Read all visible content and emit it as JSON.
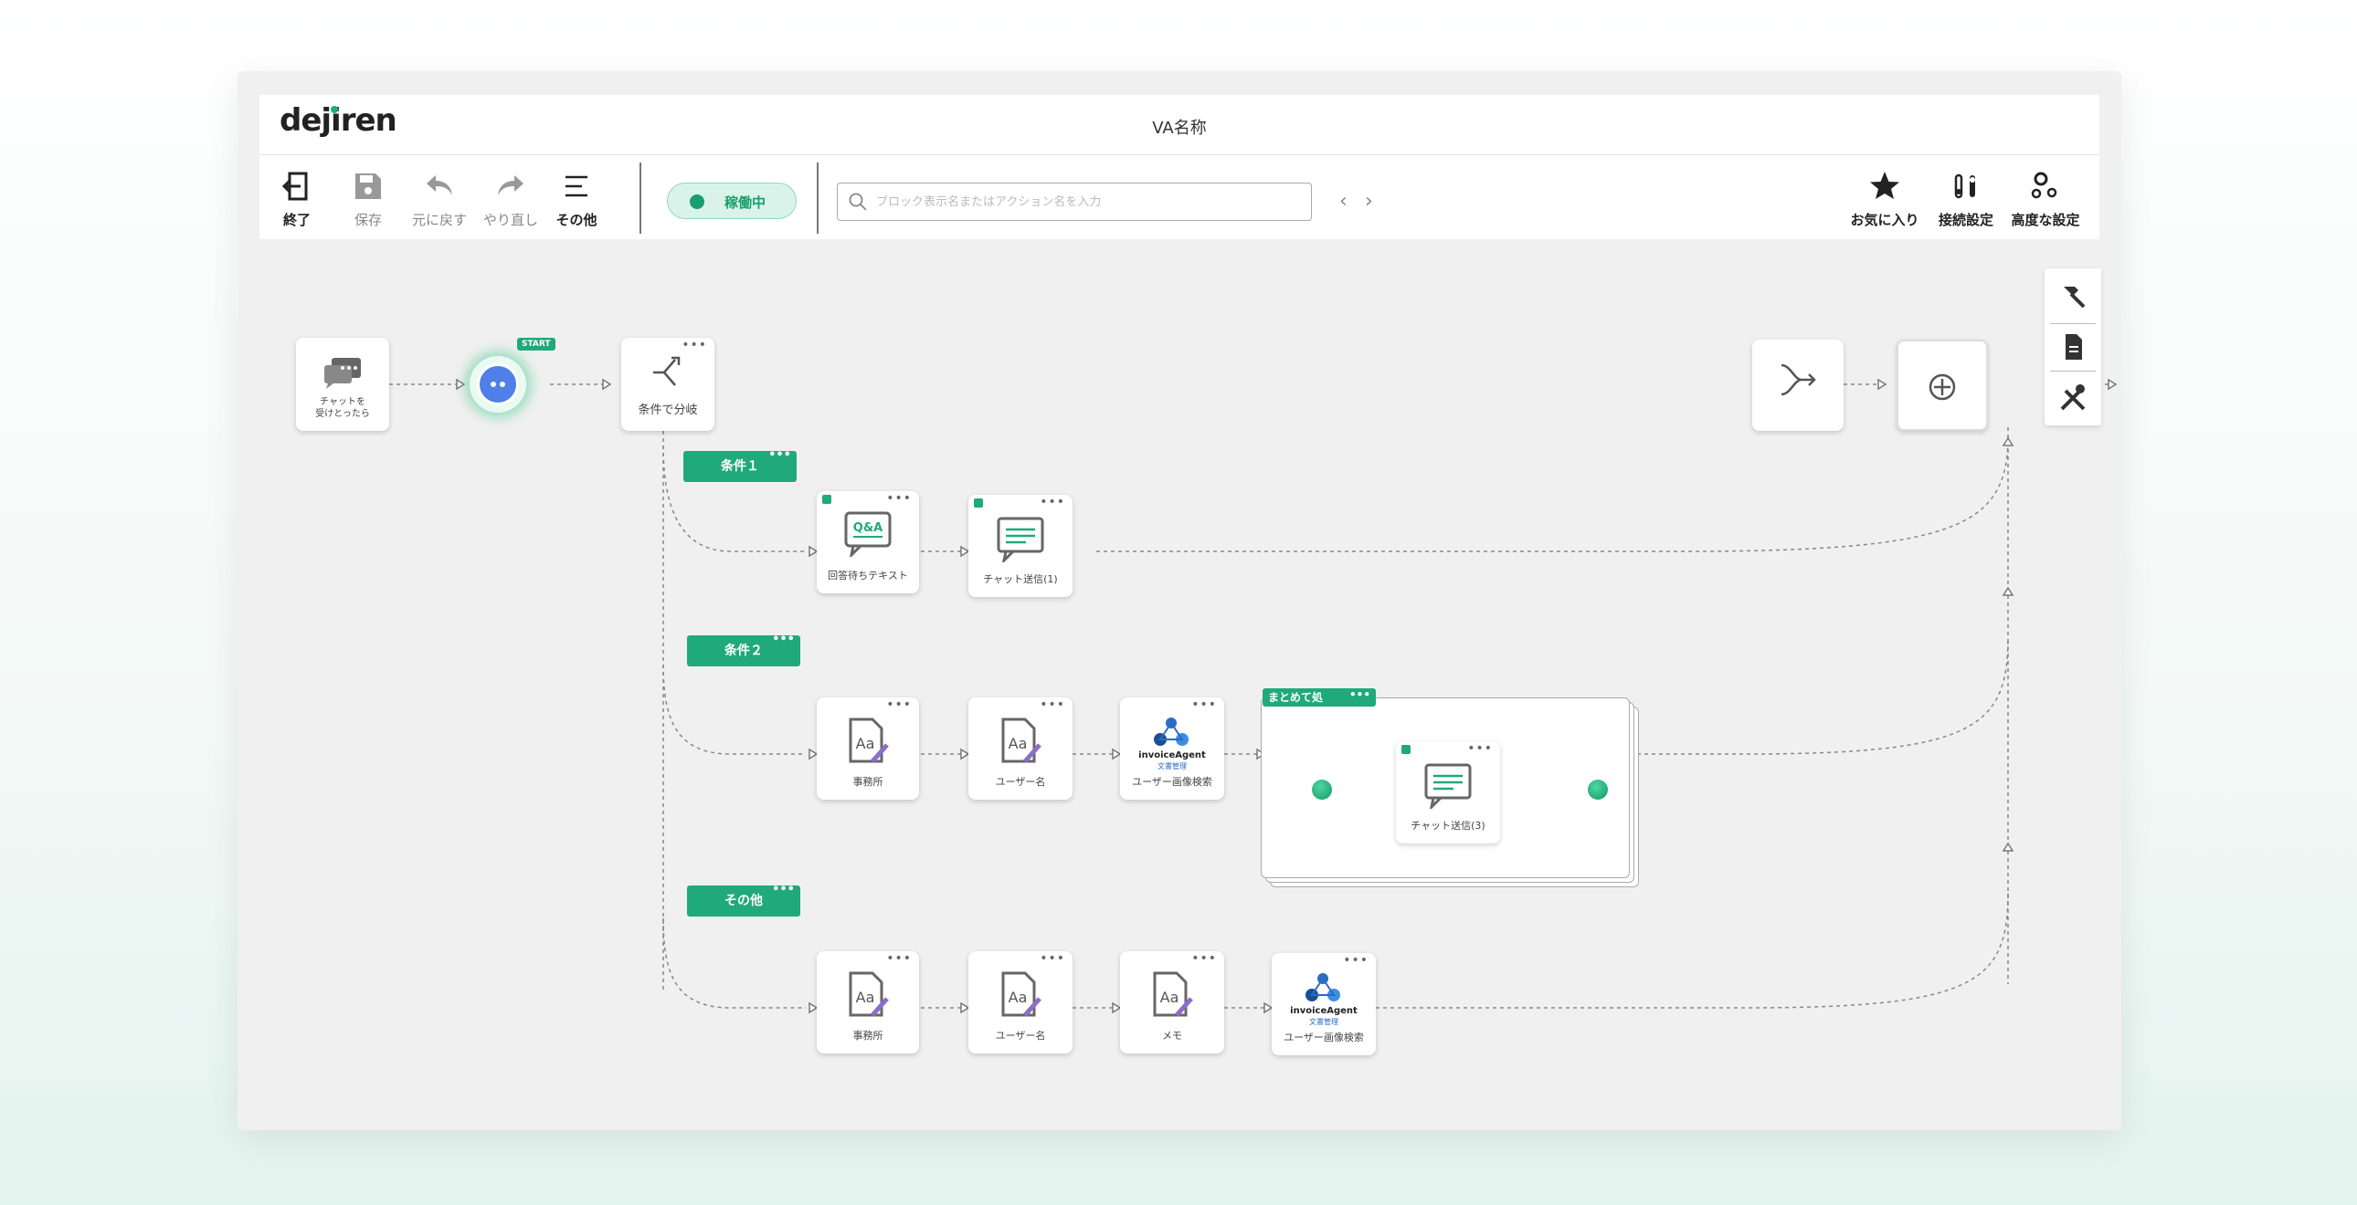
{
  "app": {
    "logo": "dejiren",
    "title": "VA名称"
  },
  "toolbar": {
    "exit_label": "終了",
    "save_label": "保存",
    "undo_label": "元に戻す",
    "redo_label": "やり直し",
    "more_label": "その他",
    "status_label": "稼働中",
    "search_placeholder": "ブロック表示名またはアクション名を入力",
    "favorites_label": "お気に入り",
    "connection_label": "接続設定",
    "advanced_label": "高度な設定"
  },
  "flow": {
    "trigger": {
      "label_line1": "チャットを",
      "label_line2": "受けとったら"
    },
    "start_badge": "START",
    "branch": {
      "label": "条件で分岐"
    },
    "conditions": [
      {
        "label": "条件１"
      },
      {
        "label": "条件２"
      },
      {
        "label": "その他"
      }
    ],
    "row1": [
      {
        "label": "回答待ちテキスト",
        "icon_text": "Q&A"
      },
      {
        "label": "チャット送信(1)"
      }
    ],
    "row2": [
      {
        "label": "事務所",
        "icon_text": "Aa"
      },
      {
        "label": "ユーザー名",
        "icon_text": "Aa"
      },
      {
        "label": "ユーザー画像検索",
        "brand": "invoiceAgent",
        "brand_sub": "文書管理"
      }
    ],
    "group": {
      "tag": "まとめて処",
      "inner_label": "チャット送信(3)"
    },
    "row3": [
      {
        "label": "事務所",
        "icon_text": "Aa"
      },
      {
        "label": "ユーザー名",
        "icon_text": "Aa"
      },
      {
        "label": "メモ",
        "icon_text": "Aa"
      },
      {
        "label": "ユーザー画像検索",
        "brand": "invoiceAgent",
        "brand_sub": "文書管理"
      }
    ]
  },
  "colors": {
    "accent": "#20a97a",
    "status_bg": "#d9f3ea",
    "start_node": "#4f7fe8"
  },
  "icons": {
    "exit": "exit-icon",
    "save": "save-icon",
    "undo": "undo-icon",
    "redo": "redo-icon",
    "more": "menu-icon",
    "favorites": "star-icon",
    "connection": "plug-icon",
    "advanced": "gears-icon",
    "hammer": "hammer-icon",
    "document": "document-icon",
    "tools": "tools-icon"
  }
}
